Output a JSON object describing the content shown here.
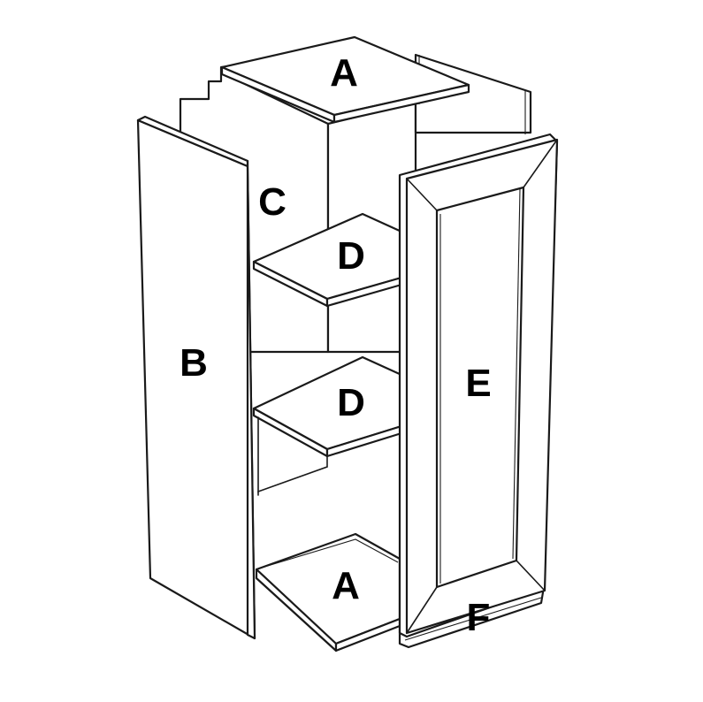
{
  "diagram": {
    "parts": [
      {
        "id": "top",
        "letter": "A"
      },
      {
        "id": "left-side",
        "letter": "B"
      },
      {
        "id": "back",
        "letter": "C"
      },
      {
        "id": "shelf-upper",
        "letter": "D"
      },
      {
        "id": "shelf-lower",
        "letter": "D"
      },
      {
        "id": "door",
        "letter": "E"
      },
      {
        "id": "bottom",
        "letter": "A"
      },
      {
        "id": "plinth",
        "letter": "F"
      }
    ],
    "colors": {
      "stroke": "#1a1a1a",
      "fill": "#ffffff",
      "label": "#000000"
    }
  }
}
